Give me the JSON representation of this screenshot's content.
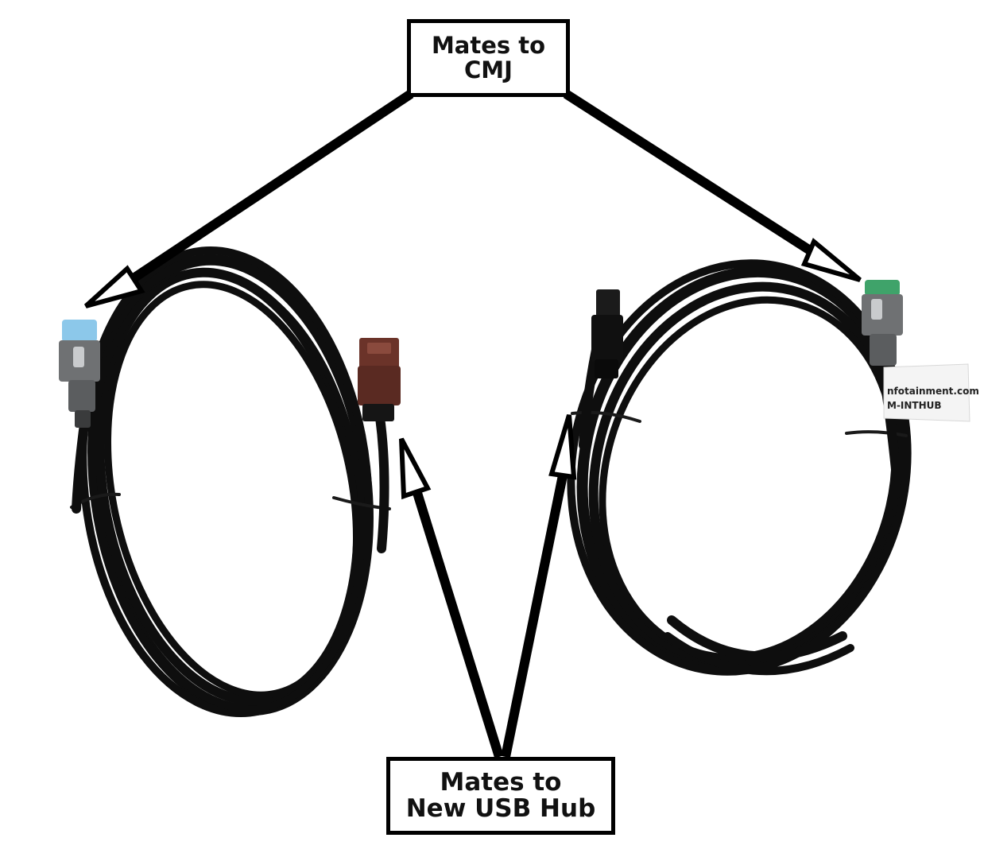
{
  "callouts": {
    "top": {
      "line1": "Mates to",
      "line2": "CMJ"
    },
    "bottom": {
      "line1": "Mates to",
      "line2": "New USB Hub"
    }
  },
  "cable_tag": {
    "line1": "nfotainment.com",
    "line2": "M-INTHUB"
  },
  "colors": {
    "background": "#ffffff",
    "cable": "#0e0e0e",
    "arrow": "#000000",
    "connector_blue": "#8cc8ea",
    "connector_green": "#3fa36a",
    "connector_brown": "#5a2a22",
    "connector_gray": "#6f7173"
  }
}
